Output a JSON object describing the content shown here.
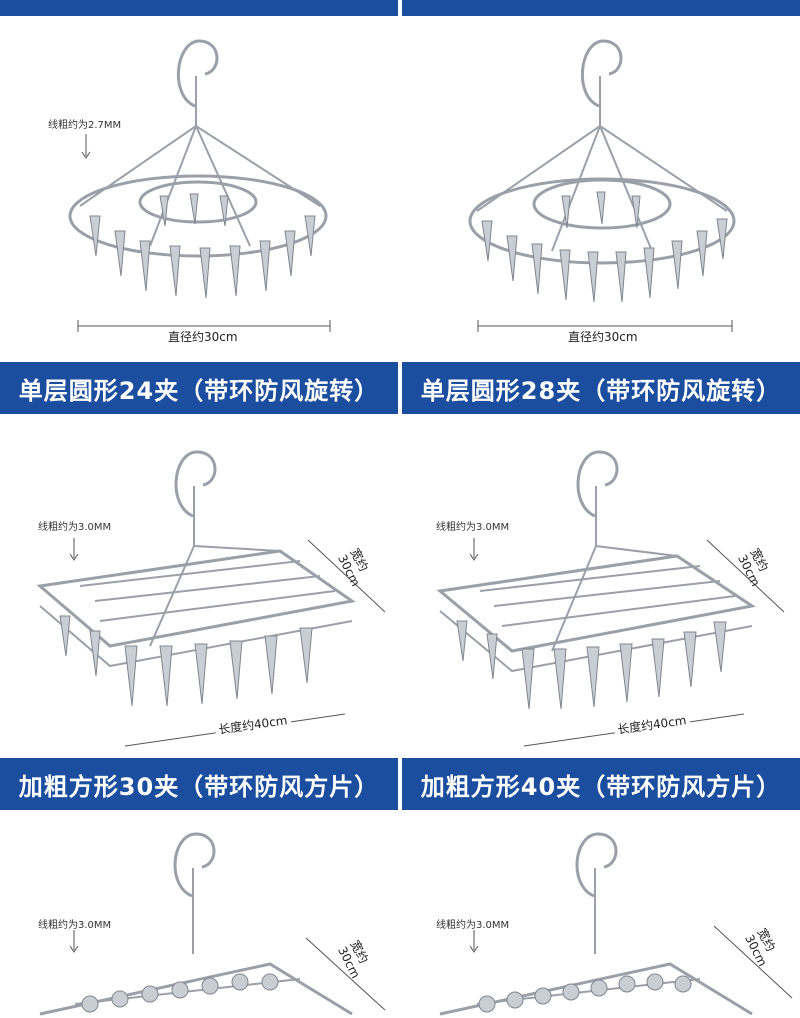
{
  "colors": {
    "band": "#1b4e9e",
    "band_text": "#ffffff",
    "steel": "#9aa0a8"
  },
  "products": [
    {
      "title": "单层圆形24夹（带环防风旋转）",
      "wire": "线粗约为2.7MM",
      "diameter": "直径约30cm"
    },
    {
      "title": "单层圆形28夹（带环防风旋转）",
      "wire": "",
      "diameter": "直径约30cm"
    },
    {
      "title": "加粗方形30夹（带环防风方片）",
      "wire": "线粗约为3.0MM",
      "length": "长度约40cm",
      "width_label": "宽约",
      "width_value": "30cm"
    },
    {
      "title": "加粗方形40夹（带环防风方片）",
      "wire": "线粗约为3.0MM",
      "length": "长度约40cm",
      "width_label": "宽约",
      "width_value": "30cm"
    },
    {
      "title": "",
      "wire": "线粗约为3.0MM",
      "width_label": "宽约",
      "width_value": "30cm"
    },
    {
      "title": "",
      "wire": "线粗约为3.0MM",
      "width_label": "宽约",
      "width_value": "30cm"
    }
  ]
}
